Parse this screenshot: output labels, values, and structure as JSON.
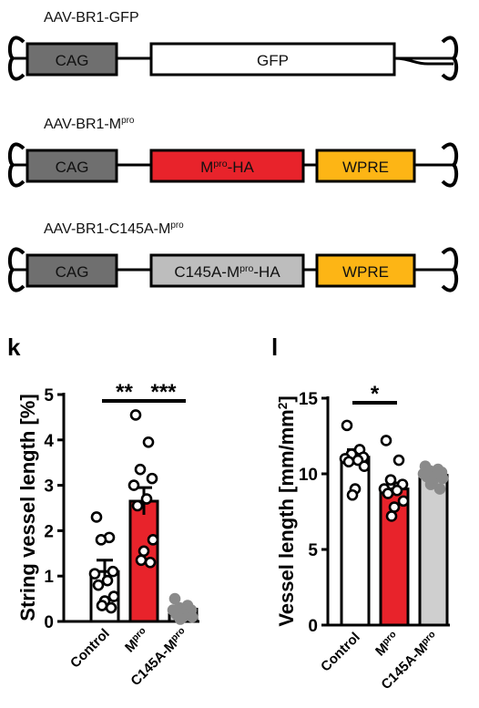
{
  "constructs": [
    {
      "title": "AAV-BR1-GFP",
      "title_sup": "",
      "segments": [
        {
          "id": "cag",
          "text": "CAG",
          "sup": "",
          "after": "",
          "fill": "#6f6f6f"
        },
        {
          "id": "gfp",
          "text": "GFP",
          "sup": "",
          "after": "",
          "fill": "#ffffff"
        }
      ]
    },
    {
      "title": "AAV-BR1-M",
      "title_sup": "pro",
      "segments": [
        {
          "id": "cag",
          "text": "CAG",
          "sup": "",
          "after": "",
          "fill": "#6f6f6f"
        },
        {
          "id": "mpro-ha",
          "text": "M",
          "sup": "pro",
          "after": "-HA",
          "fill": "#e8232b"
        },
        {
          "id": "wpre",
          "text": "WPRE",
          "sup": "",
          "after": "",
          "fill": "#fdb515"
        }
      ]
    },
    {
      "title": "AAV-BR1-C145A-M",
      "title_sup": "pro",
      "segments": [
        {
          "id": "cag",
          "text": "CAG",
          "sup": "",
          "after": "",
          "fill": "#6f6f6f"
        },
        {
          "id": "c145a-mpro-ha",
          "text": "C145A-M",
          "sup": "pro",
          "after": "-HA",
          "fill": "#bdbdbd"
        },
        {
          "id": "wpre",
          "text": "WPRE",
          "sup": "",
          "after": "",
          "fill": "#fdb515"
        }
      ]
    }
  ],
  "colors": {
    "control": "#ffffff",
    "mpro": "#e8232b",
    "c145a": "#cfcfcf",
    "c145a_dots": "#8a8a8a"
  },
  "chart_data": [
    {
      "panel": "k",
      "type": "bar",
      "ylabel": "String vessel length [%]",
      "ylim": [
        0,
        5
      ],
      "yticks": [
        0,
        1,
        2,
        3,
        4,
        5
      ],
      "categories": [
        {
          "text": "Control",
          "sup": "",
          "after": ""
        },
        {
          "text": "M",
          "sup": "pro",
          "after": ""
        },
        {
          "text": "C145A-M",
          "sup": "pro",
          "after": ""
        }
      ],
      "values": [
        1.1,
        2.65,
        0.27
      ],
      "sem": [
        0.25,
        0.3,
        0.05
      ],
      "points": [
        [
          2.3,
          1.85,
          1.8,
          1.1,
          1.05,
          0.9,
          0.8,
          0.55,
          0.45,
          0.35,
          0.3
        ],
        [
          4.55,
          3.95,
          3.35,
          3.15,
          3.0,
          2.7,
          2.55,
          1.8,
          1.55,
          1.35,
          1.3
        ],
        [
          0.5,
          0.35,
          0.3,
          0.25,
          0.25,
          0.2,
          0.15,
          0.1,
          0.1,
          0.05
        ]
      ],
      "significance": [
        {
          "from": 0,
          "to": 1,
          "label": "**"
        },
        {
          "from": 1,
          "to": 2,
          "label": "***"
        }
      ]
    },
    {
      "panel": "l",
      "type": "bar",
      "ylabel": "Vessel length [mm/mm",
      "ylabel_sup": "2",
      "ylabel_after": "]",
      "ylim": [
        0,
        15
      ],
      "yticks": [
        0,
        5,
        10,
        15
      ],
      "categories": [
        {
          "text": "Control",
          "sup": "",
          "after": ""
        },
        {
          "text": "M",
          "sup": "pro",
          "after": ""
        },
        {
          "text": "C145A-M",
          "sup": "pro",
          "after": ""
        }
      ],
      "values": [
        11.1,
        9.0,
        9.9
      ],
      "sem": [
        0.5,
        0.4,
        0.2
      ],
      "points": [
        [
          13.2,
          11.6,
          11.3,
          11.1,
          11.0,
          10.9,
          10.8,
          10.5,
          9.0,
          8.6
        ],
        [
          12.2,
          10.9,
          9.6,
          9.3,
          9.0,
          8.9,
          8.7,
          8.2,
          7.8,
          7.2
        ],
        [
          10.5,
          10.3,
          10.2,
          10.1,
          10.0,
          9.9,
          9.8,
          9.7,
          9.6,
          9.3,
          9.0
        ]
      ],
      "significance": [
        {
          "from": 0,
          "to": 1,
          "label": "*"
        }
      ]
    }
  ]
}
